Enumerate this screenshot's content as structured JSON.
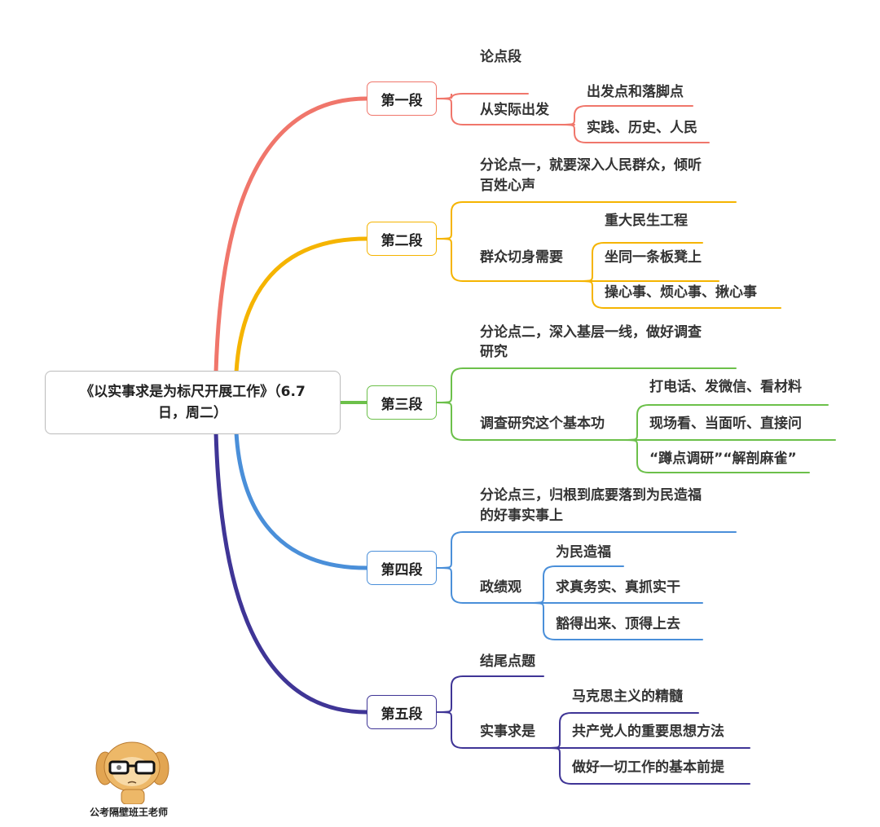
{
  "root": {
    "title_line1": "《以实事求是为标尺开展工作》（6.7",
    "title_line2": "日，周二）"
  },
  "colors": [
    "#F0766B",
    "#F5B400",
    "#6CC04A",
    "#4A8FD9",
    "#3F3596"
  ],
  "sections": [
    {
      "label": "第一段",
      "children": [
        {
          "text": [
            "论点段"
          ]
        },
        {
          "text": [
            "从实际出发"
          ],
          "children": [
            "出发点和落脚点",
            "实践、历史、人民"
          ]
        }
      ]
    },
    {
      "label": "第二段",
      "children": [
        {
          "text": [
            "分论点一，就要深入人民群众，倾听",
            "百姓心声"
          ]
        },
        {
          "text": [
            "群众切身需要"
          ],
          "children": [
            "重大民生工程",
            "坐同一条板凳上",
            "操心事、烦心事、揪心事"
          ]
        }
      ]
    },
    {
      "label": "第三段",
      "children": [
        {
          "text": [
            "分论点二，深入基层一线，做好调查",
            "研究"
          ]
        },
        {
          "text": [
            "调查研究这个基本功"
          ],
          "children": [
            "打电话、发微信、看材料",
            "现场看、当面听、直接问",
            "“蹲点调研”“解剖麻雀”"
          ]
        }
      ]
    },
    {
      "label": "第四段",
      "children": [
        {
          "text": [
            "分论点三，归根到底要落到为民造福",
            "的好事实事上"
          ]
        },
        {
          "text": [
            "政绩观"
          ],
          "children": [
            "为民造福",
            "求真务实、真抓实干",
            "豁得出来、顶得上去"
          ]
        }
      ]
    },
    {
      "label": "第五段",
      "children": [
        {
          "text": [
            "结尾点题"
          ]
        },
        {
          "text": [
            "实事求是"
          ],
          "children": [
            "马克思主义的精髓",
            "共产党人的重要思想方法",
            "做好一切工作的基本前提"
          ]
        }
      ]
    }
  ],
  "watermark": {
    "caption": "公考隔壁班王老师"
  }
}
